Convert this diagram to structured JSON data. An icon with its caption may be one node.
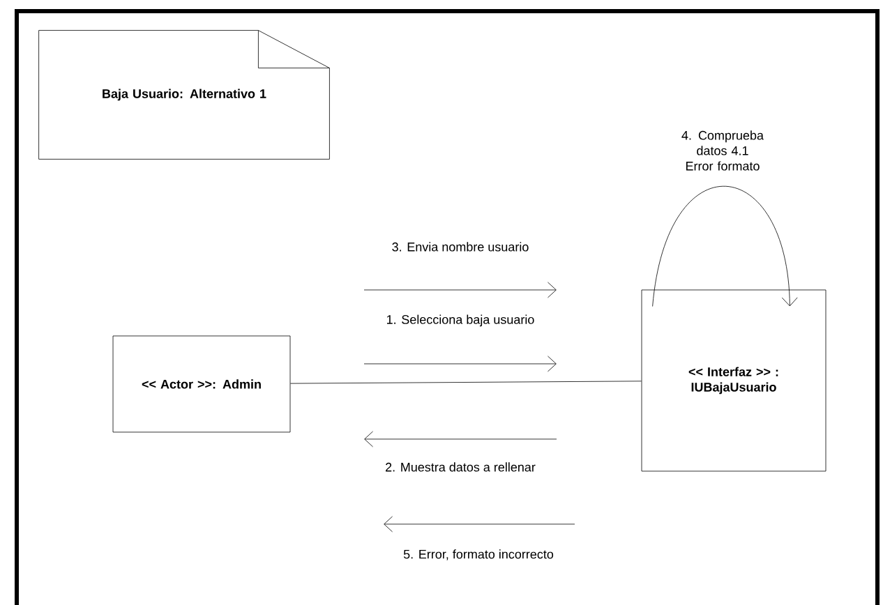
{
  "diagram": {
    "nodes": [
      {
        "text": [
          "Baja Usuario: Alternativo 1"
        ]
      },
      {
        "text": [
          "<< Actor >>: Admin"
        ]
      },
      {
        "text": [
          "<< Interfaz >> : IUBajaUsuario"
        ]
      }
    ],
    "edges": [
      {
        "from": 1,
        "to": 2,
        "arrow": "none"
      },
      {
        "from": 2,
        "to": 2,
        "arrow": "to",
        "label": "4. Comprueba datos 4.1 Error formato"
      }
    ],
    "labels": [
      "3. Envia nombre usuario",
      "1. Selecciona baja usuario",
      "2. Muestra datos a rellenar",
      "5. Error, formato incorrecto"
    ]
  }
}
